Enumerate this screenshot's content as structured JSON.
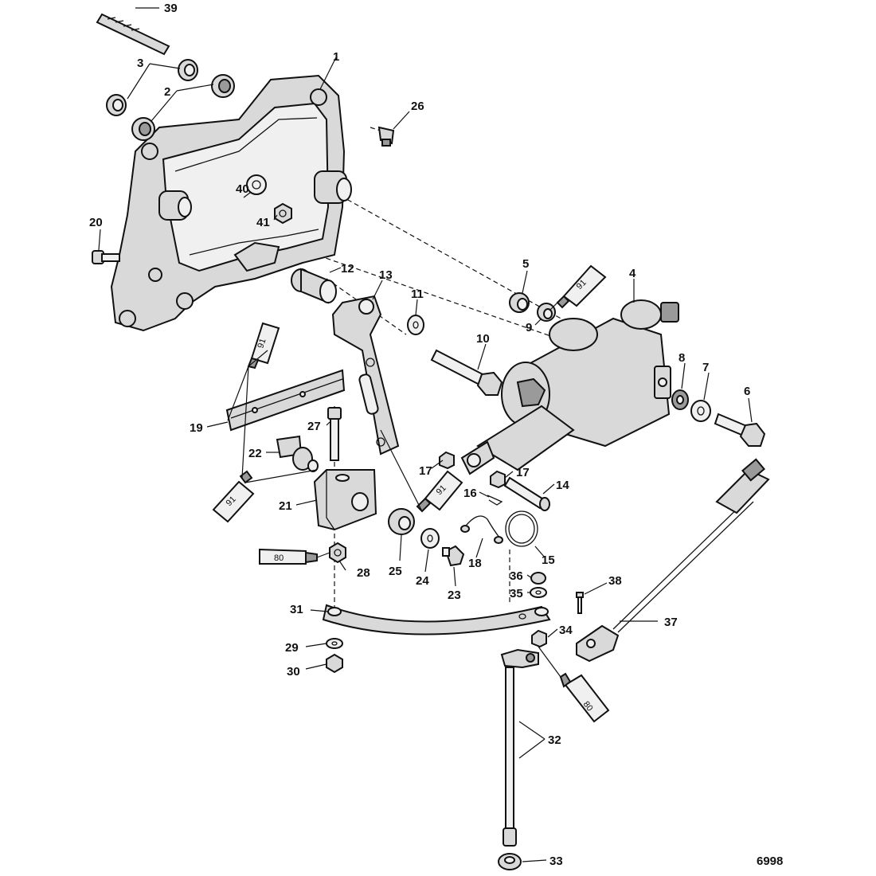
{
  "figure_number": "6998",
  "callouts": {
    "c1": "1",
    "c2": "2",
    "c3": "3",
    "c4": "4",
    "c5": "5",
    "c6": "6",
    "c7": "7",
    "c8": "8",
    "c9": "9",
    "c10": "10",
    "c11": "11",
    "c12": "12",
    "c13": "13",
    "c14": "14",
    "c15": "15",
    "c16": "16",
    "c17a": "17",
    "c17b": "17",
    "c18": "18",
    "c19": "19",
    "c20": "20",
    "c21": "21",
    "c22": "22",
    "c23": "23",
    "c24": "24",
    "c25": "25",
    "c26": "26",
    "c27": "27",
    "c28": "28",
    "c29": "29",
    "c30": "30",
    "c31": "31",
    "c32": "32",
    "c33": "33",
    "c34": "34",
    "c35": "35",
    "c36": "36",
    "c37": "37",
    "c38": "38",
    "c39": "39",
    "c40": "40",
    "c41": "41"
  },
  "tubes": {
    "t91a": "91",
    "t91b": "91",
    "t91c": "91",
    "t91d": "91",
    "t80a": "80",
    "t80b": "80"
  }
}
